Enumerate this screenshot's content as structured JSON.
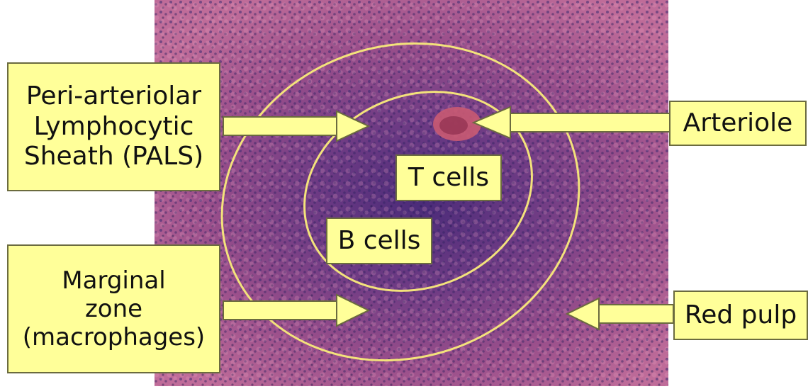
{
  "labels": {
    "pals": [
      "Peri-arteriolar",
      "Lymphocytic",
      "Sheath (PALS)"
    ],
    "marginal_zone": [
      "Marginal",
      "zone",
      "(macrophages)"
    ],
    "arteriole": "Arteriole",
    "red_pulp": "Red pulp",
    "t_cells": "T cells",
    "b_cells": "B cells"
  },
  "colors": {
    "label_fill": "#ffff99",
    "arrow_fill": "#ffff99",
    "ring_stroke": "#f3e27b",
    "tissue_base": "#9a4f8b",
    "tissue_dark": "#4d2b74"
  }
}
